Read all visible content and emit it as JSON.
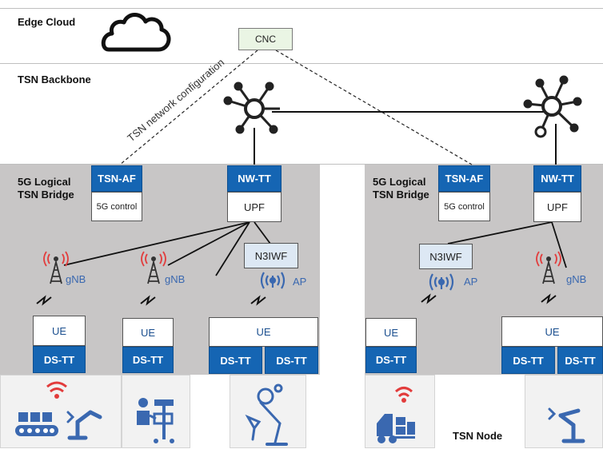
{
  "zones": {
    "edge_cloud": "Edge Cloud",
    "tsn_backbone": "TSN Backbone",
    "left_bridge": "5G Logical\nTSN Bridge",
    "right_bridge": "5G Logical\nTSN Bridge"
  },
  "cnc": "CNC",
  "config_label": "TSN network configuration",
  "left": {
    "tsn_af": "TSN-AF",
    "control": "5G control",
    "nw_tt": "NW-TT",
    "upf": "UPF",
    "n3iwf": "N3IWF",
    "gnb1": "gNB",
    "gnb2": "gNB",
    "ap": "AP",
    "ue1": "UE",
    "dstt1": "DS-TT",
    "ue2": "UE",
    "dstt2": "DS-TT",
    "ue3": "UE",
    "dstt3a": "DS-TT",
    "dstt3b": "DS-TT"
  },
  "right": {
    "tsn_af": "TSN-AF",
    "control": "5G control",
    "nw_tt": "NW-TT",
    "upf": "UPF",
    "n3iwf": "N3IWF",
    "gnb": "gNB",
    "ap": "AP",
    "ue1": "UE",
    "dstt1": "DS-TT",
    "ue2": "UE",
    "dstt2a": "DS-TT",
    "dstt2b": "DS-TT"
  },
  "tsn_node": "TSN Node",
  "colors": {
    "blue_box": "#1565b3",
    "gray_zone": "#c8c6c6",
    "signal_red": "#e23c3c",
    "device_blue": "#3a68b0"
  },
  "icons": [
    "cloud-icon",
    "hub-icon",
    "antenna-tower-icon",
    "wifi-ap-icon",
    "lightning-link-icon",
    "factory-line-icon",
    "robot-arm-icon",
    "medical-device-icon",
    "forklift-icon"
  ]
}
